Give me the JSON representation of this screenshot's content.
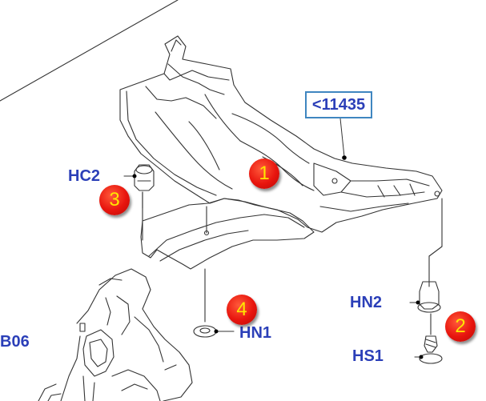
{
  "reference": {
    "label": "<11435"
  },
  "parts": {
    "hc2": "HC2",
    "hn2": "HN2",
    "hs1": "HS1",
    "hn1": "HN1",
    "b06": "B06"
  },
  "badges": {
    "one": "1",
    "two": "2",
    "three": "3",
    "four": "4"
  },
  "colors": {
    "label_text": "#2b3fb8",
    "ref_box_border": "#3f86c0",
    "badge_fill": "#e8150e",
    "badge_text": "#ffe600",
    "line_art": "#333333"
  }
}
